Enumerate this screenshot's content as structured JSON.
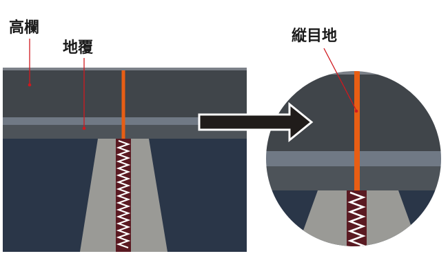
{
  "labels": {
    "takaran": "高欄",
    "jioi": "地覆",
    "tate_mejichi": "縦目地"
  },
  "colors": {
    "background": "#ffffff",
    "railing": "#40454a",
    "railing_top_edge": "#7b8088",
    "band_light": "#707985",
    "band_dark": "#4d5359",
    "deck": "#2a3648",
    "slab_gray": "#9a9a96",
    "joint_dark": "#5a1a22",
    "joint_zigzag": "#ffffff",
    "joint_orange": "#e85e14",
    "leader_red": "#d0181e",
    "arrow_black": "#201c1a",
    "arrow_outline": "#ffffff",
    "text": "#1a1a1a"
  },
  "icons": {
    "arrow": "right-arrow-icon",
    "magnifier": "zoom-circle"
  }
}
